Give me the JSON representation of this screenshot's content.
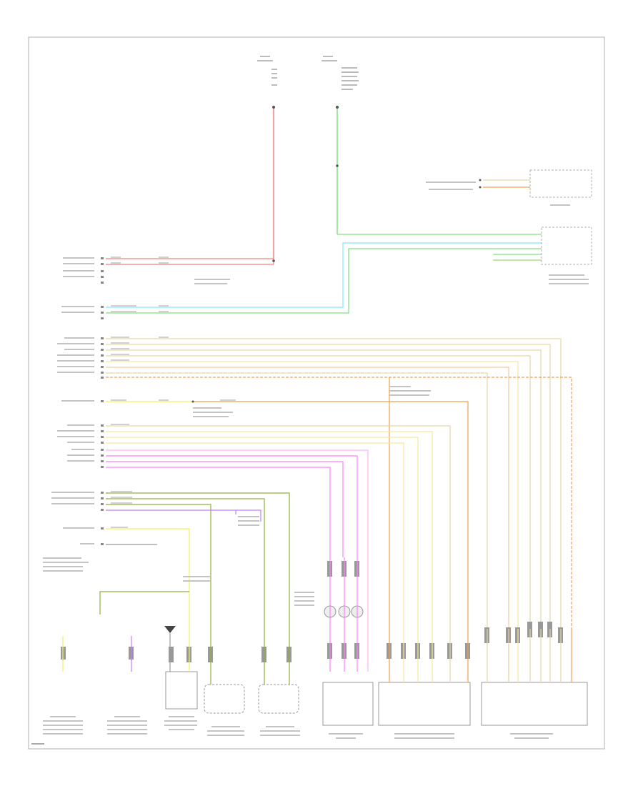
{
  "diagram": {
    "page_id": "",
    "wire_colors": {
      "red": "#f08080",
      "green": "#80e080",
      "cyan": "#80e8ff",
      "tan": "#e6d6a8",
      "orange": "#f0a050",
      "yellow": "#f0f060",
      "pink": "#ff80ff",
      "olive": "#90b040",
      "violet": "#c080ff",
      "frame": "#b0b0b0",
      "text": "#555555"
    },
    "top_sources": [
      {
        "id": "src-left",
        "color": "red"
      },
      {
        "id": "src-right",
        "color": "green"
      }
    ],
    "connector_rows": [
      {
        "group": "power",
        "count": 5
      },
      {
        "group": "can-bus",
        "count": 3
      },
      {
        "group": "sensors",
        "count": 8
      },
      {
        "group": "supply",
        "count": 1
      },
      {
        "group": "switches",
        "count": 8
      },
      {
        "group": "speed-sensors",
        "count": 6
      }
    ],
    "bottom_components": [
      {
        "id": "comp-1"
      },
      {
        "id": "comp-2"
      },
      {
        "id": "comp-3"
      },
      {
        "id": "comp-4"
      },
      {
        "id": "comp-5"
      },
      {
        "id": "comp-6"
      },
      {
        "id": "comp-7"
      },
      {
        "id": "comp-8"
      }
    ],
    "right_components": [
      {
        "id": "cluster"
      },
      {
        "id": "brake-lamp-switch"
      }
    ]
  }
}
